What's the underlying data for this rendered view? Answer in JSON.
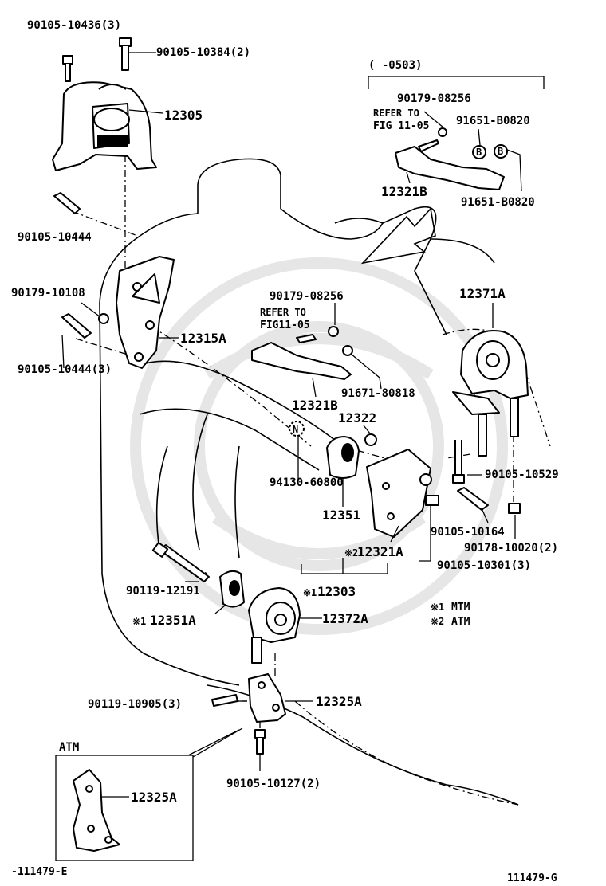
{
  "diagram": {
    "labels": {
      "p_90105_10436": "90105-10436(3)",
      "p_90105_10384": "90105-10384(2)",
      "p_12305": "12305",
      "p_90105_10444_top": "90105-10444",
      "p_90179_10108": "90179-10108",
      "p_12315A": "12315A",
      "p_90105_10444_3": "90105-10444(3)",
      "range_note": "(     -0503)",
      "p_90179_08256_top": "90179-08256",
      "refer_top_1": "REFER TO",
      "refer_top_2": "FIG 11-05",
      "p_91651_B0820_a": "91651-B0820",
      "p_12321B_top": "12321B",
      "p_91651_B0820_b": "91651-B0820",
      "p_90179_08256_mid": "90179-08256",
      "refer_mid_1": "REFER TO",
      "refer_mid_2": "FIG11-05",
      "p_91671_80818": "91671-80818",
      "p_12321B_mid": "12321B",
      "p_12371A": "12371A",
      "p_12322": "12322",
      "p_90105_10529": "90105-10529",
      "p_94130_60800": "94130-60800",
      "p_12351": "12351",
      "p_90105_10164": "90105-10164",
      "p_90178_10020": "90178-10020(2)",
      "p_12321A": "12321A",
      "p_90105_10301": "90105-10301(3)",
      "p_90119_12191": "90119-12191",
      "p_12303": "12303",
      "p_12351A": "12351A",
      "p_12372A": "12372A",
      "note_mtm": "MTM",
      "note_atm": "ATM",
      "p_90119_10905": "90119-10905(3)",
      "p_12325A": "12325A",
      "inset_title": "ATM",
      "p_12325A_inset": "12325A",
      "p_90105_10127": "90105-10127(2)",
      "fig_id_left": "-111479-E",
      "fig_id_right": "111479-G",
      "mark1": "※1",
      "mark2": "※2",
      "circle_N": "N",
      "circle_B": "B"
    }
  }
}
